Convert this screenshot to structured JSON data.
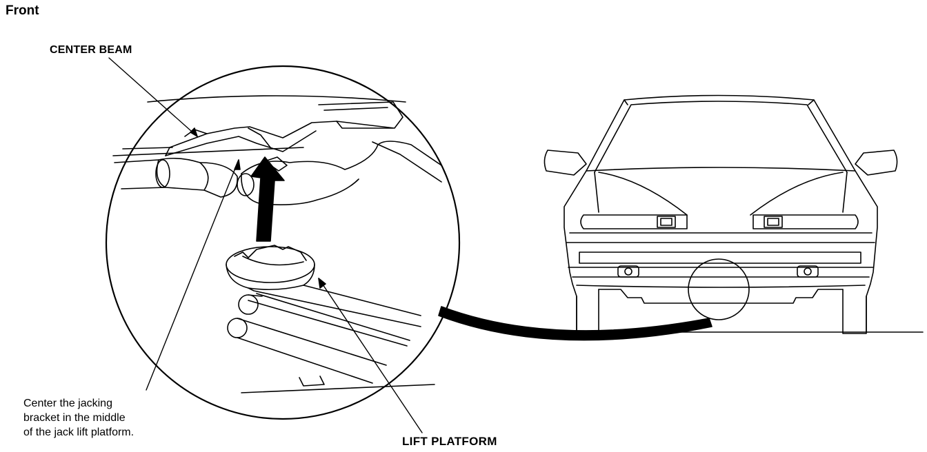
{
  "diagram": {
    "title": "Front",
    "callouts": {
      "center_beam": "CENTER BEAM",
      "lift_platform": "LIFT PLATFORM",
      "instruction_lines": [
        "Center the jacking",
        "bracket in the middle",
        "of the jack lift platform."
      ]
    }
  }
}
